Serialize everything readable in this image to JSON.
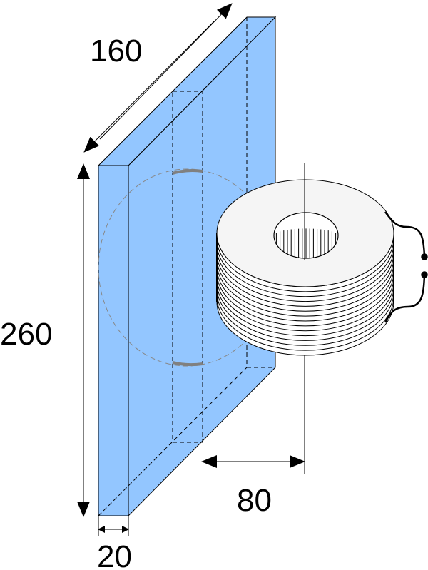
{
  "dimensions": {
    "depth": "160",
    "height": "260",
    "offset": "80",
    "thickness": "20"
  },
  "colors": {
    "plate": "#93c6ff",
    "coil": "#f5f5f5",
    "arc": "#808080"
  },
  "coil": {
    "turns": 14
  }
}
